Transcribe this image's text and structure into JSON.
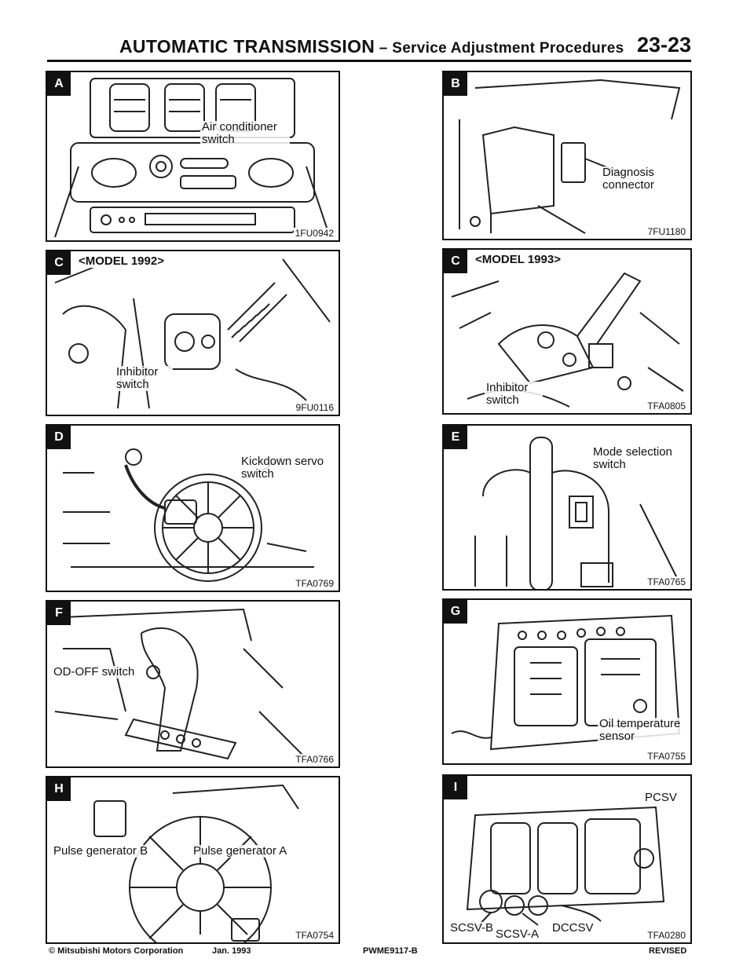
{
  "header": {
    "title": "AUTOMATIC TRANSMISSION",
    "separator": " – ",
    "subtitle": "Service Adjustment Procedures",
    "page_number": "23-23"
  },
  "panels": {
    "a": {
      "tag": "A",
      "label": "Air conditioner switch",
      "code": "1FU0942"
    },
    "b": {
      "tag": "B",
      "label": "Diagnosis connector",
      "code": "7FU1180"
    },
    "c1": {
      "tag": "C",
      "model": "<MODEL 1992>",
      "label": "Inhibitor switch",
      "code": "9FU0116"
    },
    "c2": {
      "tag": "C",
      "model": "<MODEL 1993>",
      "label": "Inhibitor switch",
      "code": "TFA0805"
    },
    "d": {
      "tag": "D",
      "label": "Kickdown servo switch",
      "code": "TFA0769"
    },
    "e": {
      "tag": "E",
      "label": "Mode selection switch",
      "code": "TFA0765"
    },
    "f": {
      "tag": "F",
      "label": "OD-OFF switch",
      "code": "TFA0766"
    },
    "g": {
      "tag": "G",
      "label": "Oil temperature sensor",
      "code": "TFA0755"
    },
    "h": {
      "tag": "H",
      "label_b": "Pulse generator B",
      "label_a": "Pulse generator A",
      "code": "TFA0754"
    },
    "i": {
      "tag": "I",
      "label_pcsv": "PCSV",
      "label_scsvb": "SCSV-B",
      "label_scsva": "SCSV-A",
      "label_dccsv": "DCCSV",
      "code": "TFA0280"
    }
  },
  "footer": {
    "copyright": "© Mitsubishi Motors Corporation",
    "date": "Jan. 1993",
    "doc_code": "PWME9117-B",
    "status": "REVISED"
  }
}
